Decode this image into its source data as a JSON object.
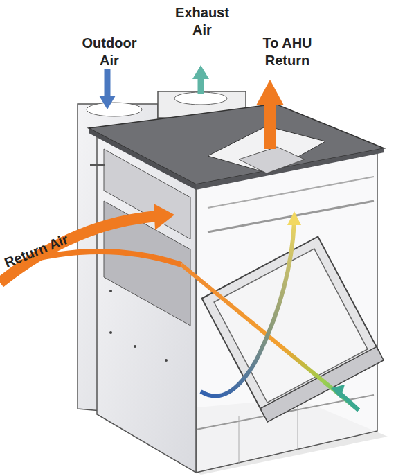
{
  "diagram": {
    "labels": [
      "Outdoor Air",
      "Exhaust Air",
      "To AHU Return",
      "Return Air"
    ]
  }
}
